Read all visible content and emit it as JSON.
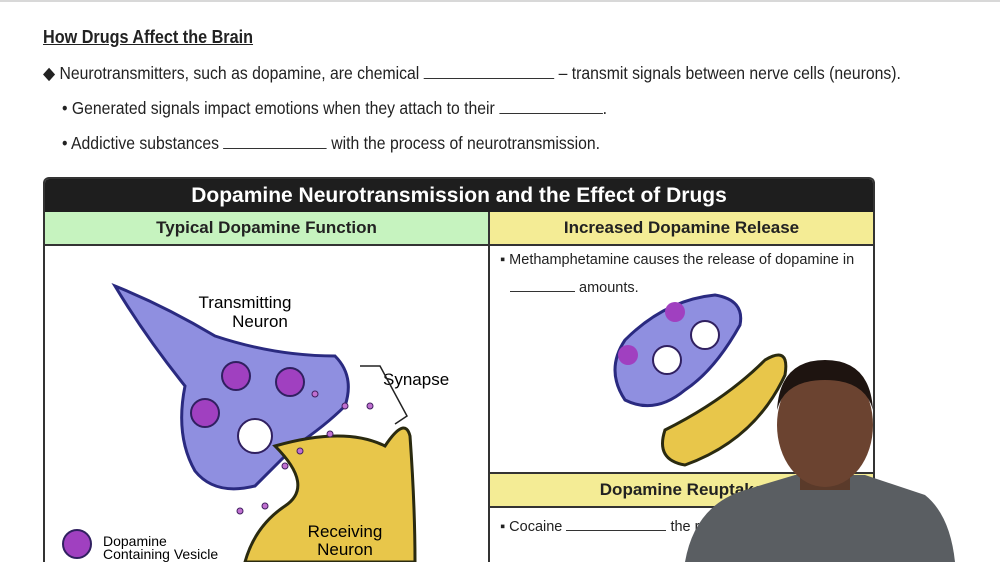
{
  "heading": "How Drugs Affect the Brain",
  "bullets": [
    {
      "before": "Neurotransmitters, such as dopamine, are chemical",
      "after": "– transmit signals between nerve cells (neurons)."
    },
    {
      "before": "Generated signals impact emotions when they attach to their",
      "after": "."
    },
    {
      "before": "Addictive substances",
      "after": "with the process of neurotransmission."
    }
  ],
  "table": {
    "title": "Dopamine Neurotransmission and the Effect of Drugs",
    "col_left": "Typical Dopamine Function",
    "col_right": "Increased Dopamine Release",
    "right_text_1a": "Methamphetamine causes the release of dopamine in",
    "right_text_1b": "amounts.",
    "reuptake_header": "Dopamine Reuptake",
    "reuptake_text_a": "Cocaine",
    "reuptake_text_b": "the r",
    "labels": {
      "transmitting": "Transmitting",
      "neuron": "Neuron",
      "synapse": "Synapse",
      "receiving": "Receiving",
      "receiving_neuron": "Neuron",
      "legend_1": "Dopamine",
      "legend_2": "Containing Vesicle"
    }
  },
  "colors": {
    "green_header": "#c6f3bf",
    "yellow_header": "#f4ec95",
    "purple_neuron": "#8f8fe0",
    "yellow_neuron": "#e8c64a",
    "title_bar": "#1e1e1e"
  }
}
